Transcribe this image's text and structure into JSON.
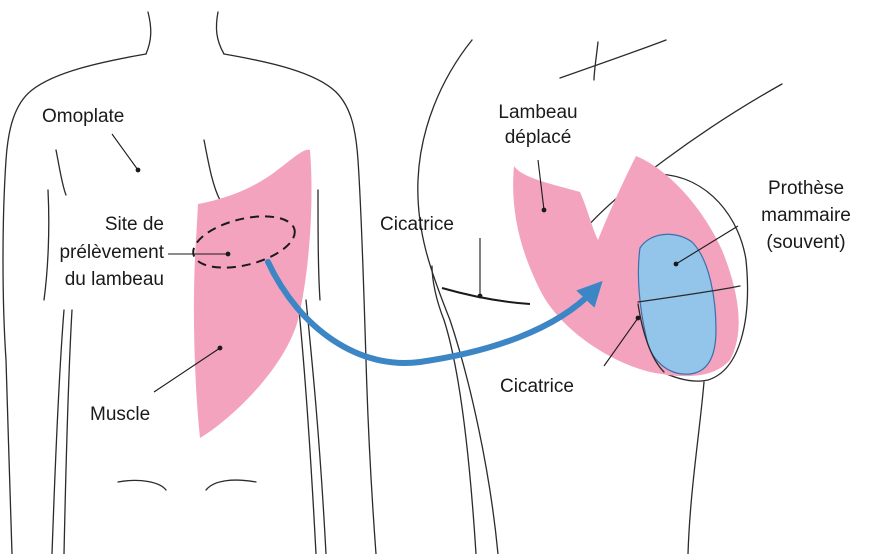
{
  "labels": {
    "omoplate": "Omoplate",
    "site_line1": "Site de",
    "site_line2": "prélèvement",
    "site_line3": "du lambeau",
    "muscle": "Muscle",
    "cicatrice_left": "Cicatrice",
    "lambeau_line1": "Lambeau",
    "lambeau_line2": "déplacé",
    "prothese_line1": "Prothèse",
    "prothese_line2": "mammaire",
    "prothese_line3": "(souvent)",
    "cicatrice_bottom": "Cicatrice"
  },
  "colors": {
    "muscle_pink": "#f4a3bf",
    "implant_blue": "#93c4ea",
    "arrow_blue": "#3d86c6",
    "outline": "#2b2b2b"
  }
}
